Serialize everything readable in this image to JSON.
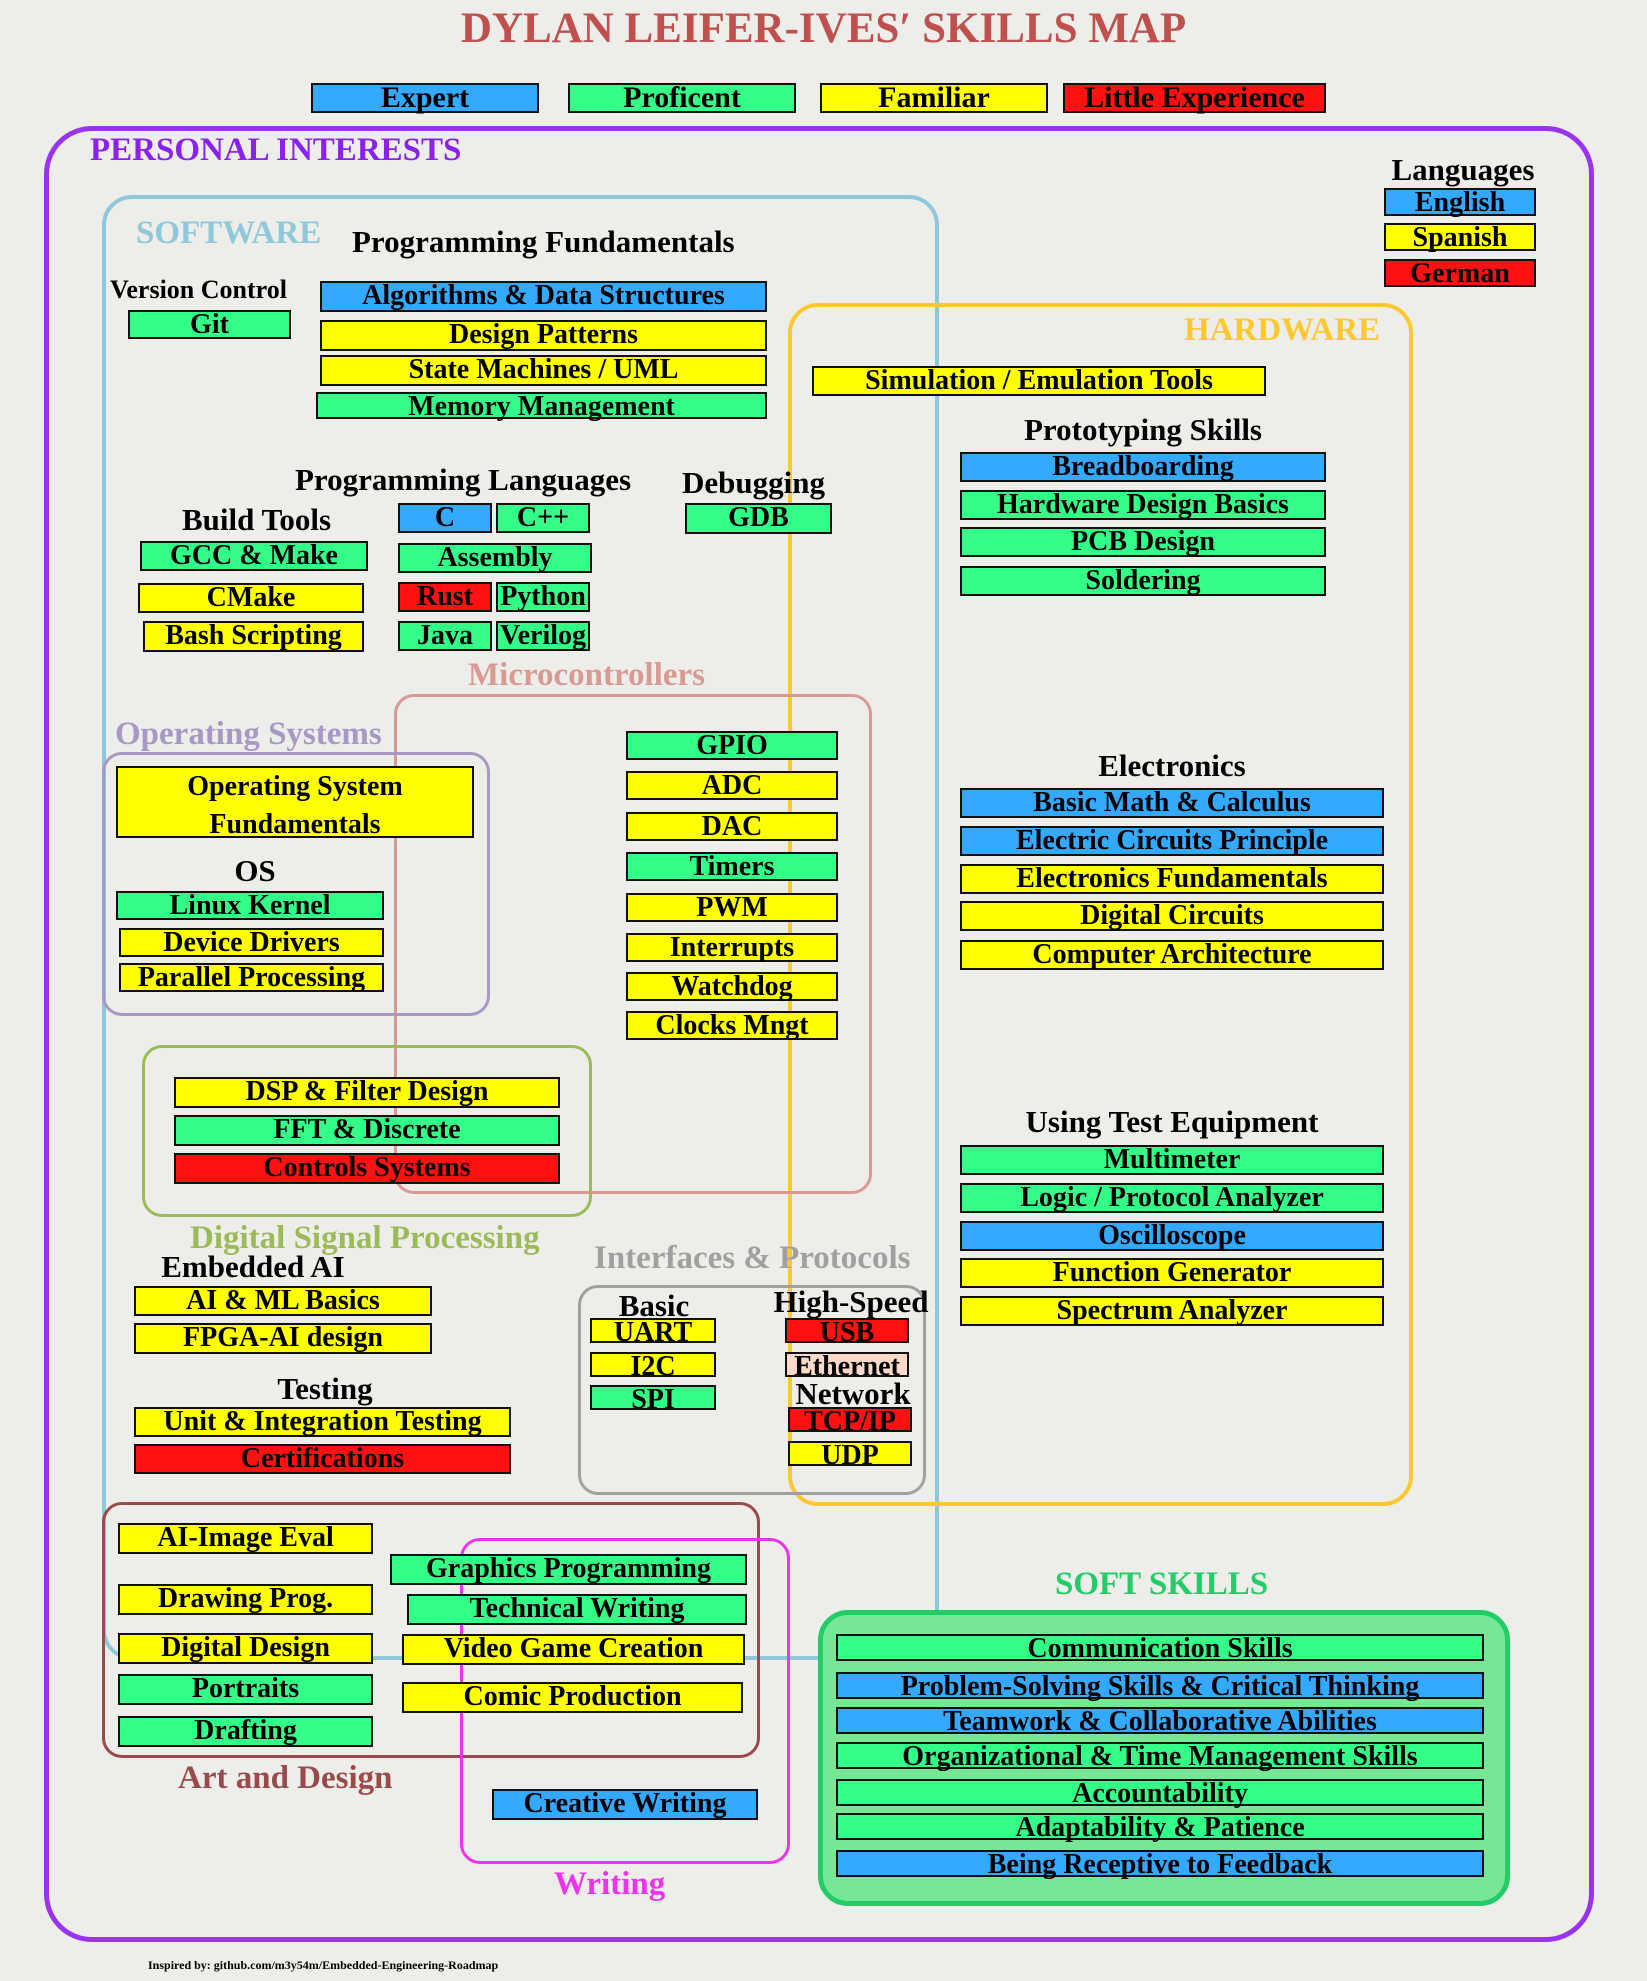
{
  "title": "DYLAN LEIFER-IVES′ SKILLS MAP",
  "legend": {
    "expert": "Expert",
    "proficient": "Proficent",
    "familiar": "Familiar",
    "little": "Little Experience"
  },
  "colors": {
    "expert": "#33aaff",
    "proficient": "#33ff88",
    "familiar": "#ffff00",
    "little": "#ff1111"
  },
  "groups": {
    "personal": "PERSONAL INTERESTS",
    "software": "SOFTWARE",
    "hardware": "HARDWARE",
    "micro": "Microcontrollers",
    "os_group": "Operating Systems",
    "dsp": "Digital Signal Processing",
    "interfaces": "Interfaces & Protocols",
    "art": "Art and Design",
    "writing": "Writing",
    "soft": "SOFT SKILLS"
  },
  "headers": {
    "languages": "Languages",
    "prog_fund": "Programming Fundamentals",
    "version_control": "Version Control",
    "prog_lang": "Programming Languages",
    "debugging": "Debugging",
    "build_tools": "Build Tools",
    "prototyping": "Prototyping Skills",
    "electronics": "Electronics",
    "os": "OS",
    "embedded_ai": "Embedded AI",
    "testing": "Testing",
    "basic": "Basic",
    "high_speed": "High-Speed",
    "network": "Network",
    "test_equip": "Using Test Equipment"
  },
  "skills": {
    "english": "English",
    "spanish": "Spanish",
    "german": "German",
    "algorithms": "Algorithms & Data Structures",
    "design_patterns": "Design Patterns",
    "state_machines": "State Machines / UML",
    "memory": "Memory Management",
    "git": "Git",
    "c": "C",
    "cpp": "C++",
    "assembly": "Assembly",
    "rust": "Rust",
    "python": "Python",
    "java": "Java",
    "verilog": "Verilog",
    "gdb": "GDB",
    "gcc": "GCC & Make",
    "cmake": "CMake",
    "bash": "Bash Scripting",
    "simulation": "Simulation / Emulation Tools",
    "breadboarding": "Breadboarding",
    "hw_design": "Hardware Design Basics",
    "pcb": "PCB Design",
    "soldering": "Soldering",
    "gpio": "GPIO",
    "adc": "ADC",
    "dac": "DAC",
    "timers": "Timers",
    "pwm": "PWM",
    "interrupts": "Interrupts",
    "watchdog": "Watchdog",
    "clocks": "Clocks Mngt",
    "os_fund": "Operating System Fundamentals",
    "linux": "Linux Kernel",
    "drivers": "Device Drivers",
    "parallel": "Parallel Processing",
    "math": "Basic Math & Calculus",
    "circuits": "Electric Circuits Principle",
    "elec_fund": "Electronics Fundamentals",
    "digital": "Digital Circuits",
    "arch": "Computer Architecture",
    "dsp_filter": "DSP & Filter Design",
    "fft": "FFT & Discrete",
    "controls": "Controls Systems",
    "ai_ml": "AI & ML Basics",
    "fpga_ai": "FPGA-AI design",
    "unit": "Unit & Integration Testing",
    "cert": "Certifications",
    "uart": "UART",
    "i2c": "I2C",
    "spi": "SPI",
    "usb": "USB",
    "ethernet": "Ethernet",
    "tcpip": "TCP/IP",
    "udp": "UDP",
    "multimeter": "Multimeter",
    "logic": "Logic / Protocol Analyzer",
    "scope": "Oscilloscope",
    "funcgen": "Function Generator",
    "spectrum": "Spectrum Analyzer",
    "ai_image": "AI-Image Eval",
    "drawing": "Drawing Prog.",
    "digital_design": "Digital Design",
    "portraits": "Portraits",
    "drafting": "Drafting",
    "graphics": "Graphics Programming",
    "tech_writing": "Technical Writing",
    "video_game": "Video Game Creation",
    "comic": "Comic Production",
    "creative": "Creative Writing",
    "communication": "Communication Skills",
    "problem": "Problem-Solving Skills & Critical Thinking",
    "teamwork": "Teamwork & Collaborative Abilities",
    "organizational": "Organizational & Time Management Skills",
    "accountability": "Accountability",
    "adaptability": "Adaptability & Patience",
    "feedback": "Being Receptive to Feedback"
  },
  "footer": "Inspired by: github.com/m3y54m/Embedded-Engineering-Roadmap"
}
